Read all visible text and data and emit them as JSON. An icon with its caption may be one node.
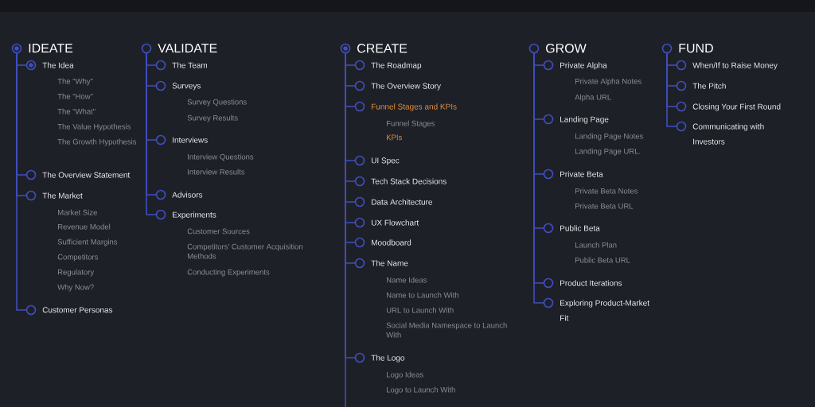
{
  "diagram": {
    "nodes": [
      {
        "text": [
          "IDEATE"
        ]
      },
      {
        "text": [
          "The Idea"
        ],
        "beside": [
          "The \"Why\"",
          "The \"How\"",
          "The \"What\"",
          "The Value Hypothesis",
          "The Growth Hypothesis"
        ]
      },
      {
        "text": [
          "The Overview Statement"
        ]
      },
      {
        "text": [
          "The Market"
        ],
        "beside": [
          "Market Size",
          "Revenue Model",
          "Sufficient Margins",
          "Competitors",
          "Regulatory",
          "Why Now?"
        ]
      },
      {
        "text": [
          "Customer Personas"
        ]
      },
      {
        "text": [
          "VALIDATE"
        ]
      },
      {
        "text": [
          "The Team"
        ]
      },
      {
        "text": [
          "Surveys"
        ],
        "beside": [
          "Survey Questions",
          "Survey Results"
        ]
      },
      {
        "text": [
          "Interviews"
        ],
        "beside": [
          "Interview Questions",
          "Interview Results"
        ]
      },
      {
        "text": [
          "Advisors"
        ]
      },
      {
        "text": [
          "Experiments"
        ],
        "beside": [
          "Customer Sources",
          "Competitors' Customer Acquisition Methods",
          "Conducting Experiments"
        ]
      },
      {
        "text": [
          "CREATE"
        ]
      },
      {
        "text": [
          "The Roadmap"
        ]
      },
      {
        "text": [
          "The Overview Story"
        ]
      },
      {
        "text": [
          "Funnel Stages and KPIs"
        ],
        "beside": [
          "Funnel Stages",
          "KPIs"
        ]
      },
      {
        "text": [
          "UI Spec"
        ]
      },
      {
        "text": [
          "Tech Stack Decisions"
        ]
      },
      {
        "text": [
          "Data Architecture"
        ]
      },
      {
        "text": [
          "UX Flowchart"
        ]
      },
      {
        "text": [
          "Moodboard"
        ]
      },
      {
        "text": [
          "The Name"
        ],
        "beside": [
          "Name Ideas",
          "Name to Launch With",
          "URL to Launch With",
          "Social Media Namespace to Launch With"
        ]
      },
      {
        "text": [
          "The Logo"
        ],
        "beside": [
          "Logo Ideas",
          "Logo to Launch With"
        ]
      },
      {
        "text": [
          "GROW"
        ]
      },
      {
        "text": [
          "Private Alpha"
        ],
        "beside": [
          "Private Alpha Notes",
          "Alpha URL"
        ]
      },
      {
        "text": [
          "Landing Page"
        ],
        "beside": [
          "Landing Page Notes",
          "Landing Page URL."
        ]
      },
      {
        "text": [
          "Private Beta"
        ],
        "beside": [
          "Private Beta Notes",
          "Private Beta URL"
        ]
      },
      {
        "text": [
          "Public Beta"
        ],
        "beside": [
          "Launch Plan",
          "Public Beta URL"
        ]
      },
      {
        "text": [
          "Product Iterations"
        ]
      },
      {
        "text": [
          "Exploring Product-Market Fit"
        ]
      },
      {
        "text": [
          "FUND"
        ]
      },
      {
        "text": [
          "When/If to Raise Money"
        ]
      },
      {
        "text": [
          "The Pitch"
        ]
      },
      {
        "text": [
          "Closing Your First Round"
        ]
      },
      {
        "text": [
          "Communicating with Investors"
        ]
      }
    ],
    "edges": [
      {
        "from": 0,
        "to": 1,
        "arrow": "none"
      },
      {
        "from": 0,
        "to": 2,
        "arrow": "none"
      },
      {
        "from": 0,
        "to": 3,
        "arrow": "none"
      },
      {
        "from": 0,
        "to": 4,
        "arrow": "none"
      },
      {
        "from": 5,
        "to": 6,
        "arrow": "none"
      },
      {
        "from": 5,
        "to": 7,
        "arrow": "none"
      },
      {
        "from": 5,
        "to": 8,
        "arrow": "none"
      },
      {
        "from": 5,
        "to": 9,
        "arrow": "none"
      },
      {
        "from": 5,
        "to": 10,
        "arrow": "none"
      },
      {
        "from": 11,
        "to": 12,
        "arrow": "none"
      },
      {
        "from": 11,
        "to": 13,
        "arrow": "none"
      },
      {
        "from": 11,
        "to": 14,
        "arrow": "none"
      },
      {
        "from": 11,
        "to": 15,
        "arrow": "none"
      },
      {
        "from": 11,
        "to": 16,
        "arrow": "none"
      },
      {
        "from": 11,
        "to": 17,
        "arrow": "none"
      },
      {
        "from": 11,
        "to": 18,
        "arrow": "none"
      },
      {
        "from": 11,
        "to": 19,
        "arrow": "none"
      },
      {
        "from": 11,
        "to": 20,
        "arrow": "none"
      },
      {
        "from": 11,
        "to": 21,
        "arrow": "none"
      },
      {
        "from": 22,
        "to": 23,
        "arrow": "none"
      },
      {
        "from": 22,
        "to": 24,
        "arrow": "none"
      },
      {
        "from": 22,
        "to": 25,
        "arrow": "none"
      },
      {
        "from": 22,
        "to": 26,
        "arrow": "none"
      },
      {
        "from": 22,
        "to": 27,
        "arrow": "none"
      },
      {
        "from": 22,
        "to": 28,
        "arrow": "none"
      },
      {
        "from": 29,
        "to": 30,
        "arrow": "none"
      },
      {
        "from": 29,
        "to": 31,
        "arrow": "none"
      },
      {
        "from": 29,
        "to": 32,
        "arrow": "none"
      },
      {
        "from": 29,
        "to": 33,
        "arrow": "none"
      }
    ]
  }
}
